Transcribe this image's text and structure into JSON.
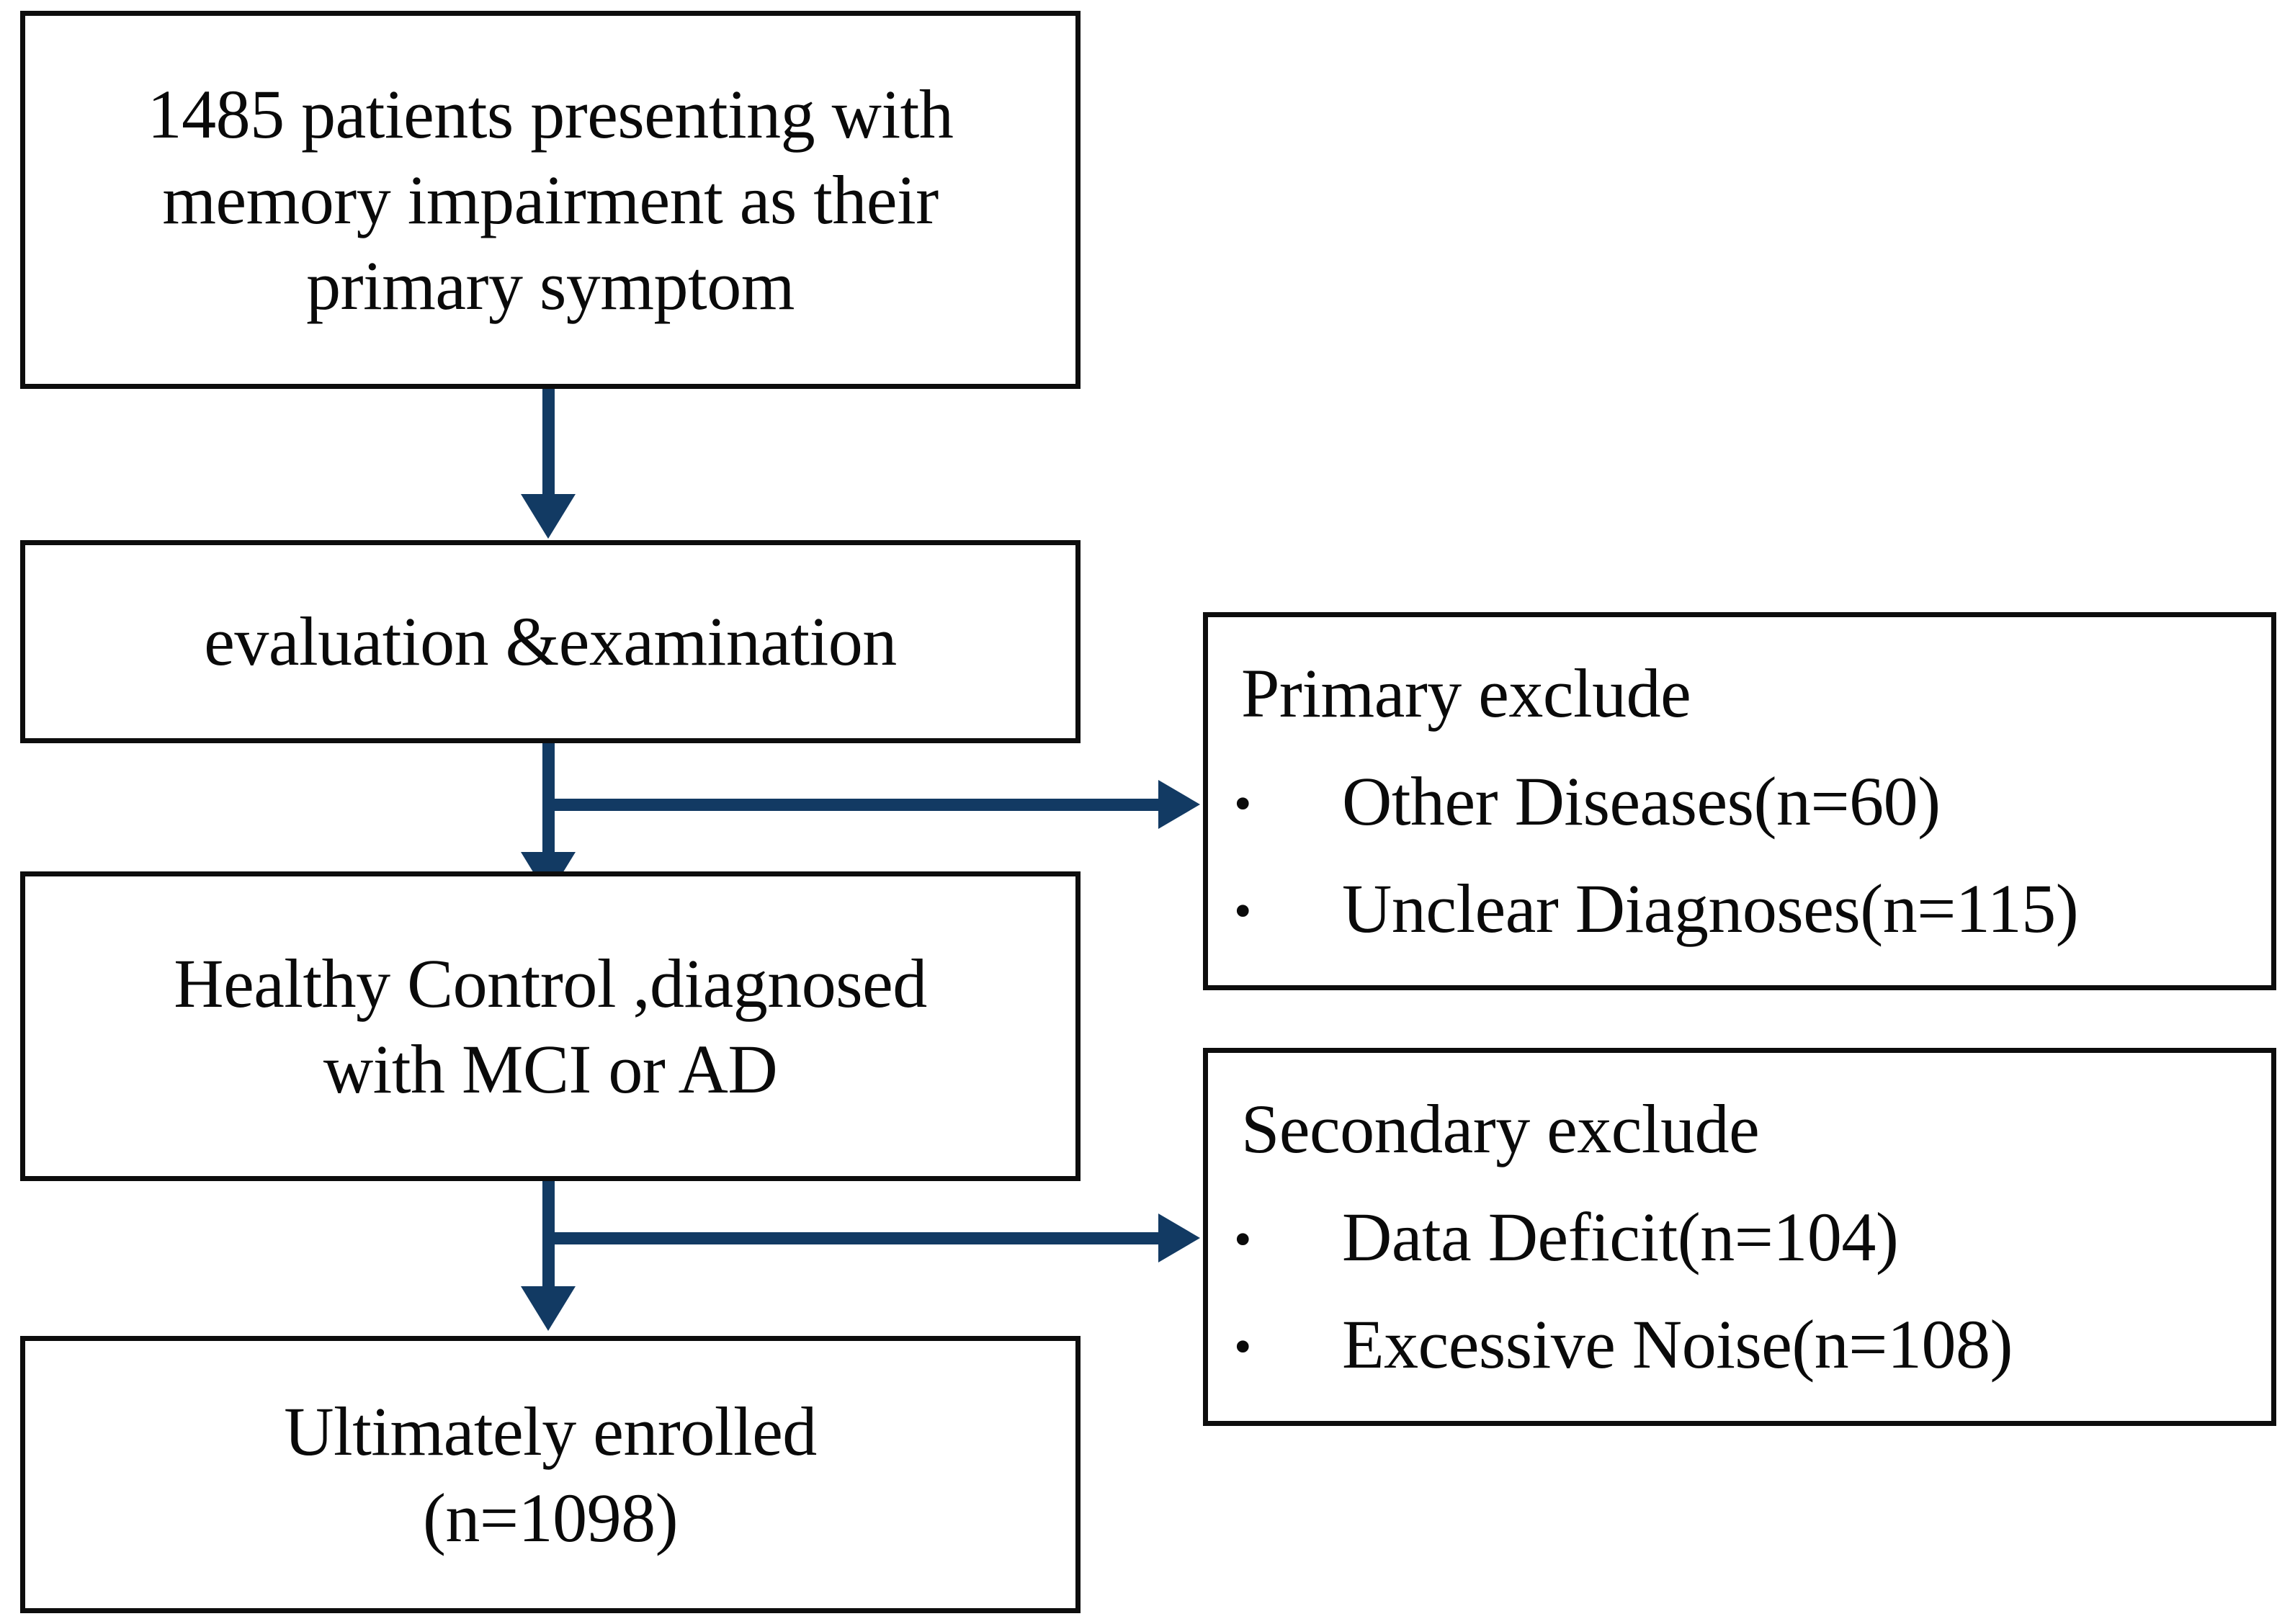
{
  "diagram": {
    "type": "flowchart",
    "title": "Patient enrollment flow diagram",
    "accent_color": "#123a63",
    "box_border_color": "#0d0d0d",
    "background": "#ffffff",
    "nodes": {
      "screened": {
        "text": "1485 patients presenting with\nmemory impairment as their\nprimary symptom"
      },
      "evaluation": {
        "text": "evaluation &examination"
      },
      "diagnosed": {
        "text": "Healthy Control ,diagnosed\nwith MCI or AD"
      },
      "enrolled": {
        "text": "Ultimately enrolled\n(n=1098)"
      },
      "primary_exclude": {
        "title": "Primary exclude",
        "bullet": "•",
        "items": [
          "Other Diseases(n=60)",
          "Unclear Diagnoses(n=115)"
        ]
      },
      "secondary_exclude": {
        "title": "Secondary exclude",
        "bullet": "•",
        "items": [
          "Data Deficit(n=104)",
          "Excessive Noise(n=108)"
        ]
      }
    }
  }
}
